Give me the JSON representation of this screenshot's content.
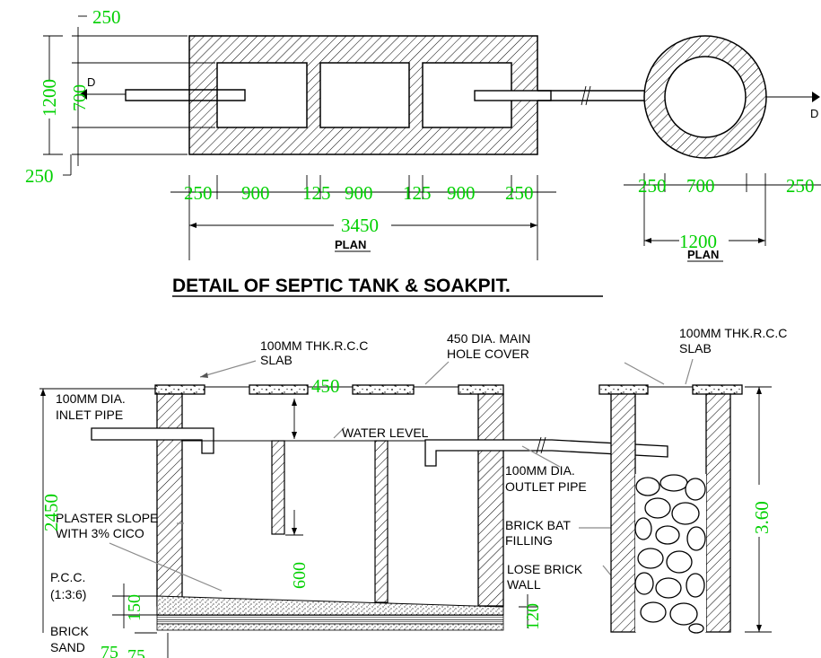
{
  "title": "DETAIL OF  SEPTIC TANK & SOAKPIT.",
  "plan_label_left": "PLAN",
  "plan_label_right": "PLAN",
  "section_marker": "D",
  "colors": {
    "dimension": "#00d000",
    "line": "#000000",
    "leader": "#8a8a8a"
  },
  "plan_dims": {
    "top": "250",
    "height": "1200",
    "inner": "700",
    "bottom": "250",
    "segments": [
      "250",
      "900",
      "125",
      "900",
      "125",
      "900",
      "250"
    ],
    "total": "3450"
  },
  "pit_dims": {
    "segments": [
      "250",
      "700",
      "250"
    ],
    "total": "1200"
  },
  "labels": {
    "slab_line1": "100MM THK.R.C.C",
    "slab_line2": "SLAB",
    "cover_line1": "450 DIA.   MAIN",
    "cover_line2": "HOLE COVER",
    "pit_slab_line1": "100MM  THK.R.C.C",
    "pit_slab_line2": "SLAB",
    "inlet_line1": "100MM DIA.",
    "inlet_line2": "INLET PIPE",
    "water_level": "WATER  LEVEL",
    "outlet_line1": "100MM  DIA.",
    "outlet_line2": "OUTLET  PIPE",
    "plaster_line1": "PLASTER SLOPE",
    "plaster_line2": "WITH 3% CICO",
    "brickbat_line1": "BRICK  BAT",
    "brickbat_line2": "FILLING",
    "lose_line1": "LOSE  BRICK",
    "lose_line2": "WALL",
    "pcc_line1": "P.C.C.",
    "pcc_line2": "(1:3:6)",
    "brick": "BRICK",
    "sand": "SAND"
  },
  "section_dims": {
    "cover": "450",
    "depth": "2450",
    "baffle": "600",
    "pcc": "150",
    "outlet_drop": "120",
    "brick": "75",
    "sand": "75",
    "pit_depth": "3.60"
  }
}
